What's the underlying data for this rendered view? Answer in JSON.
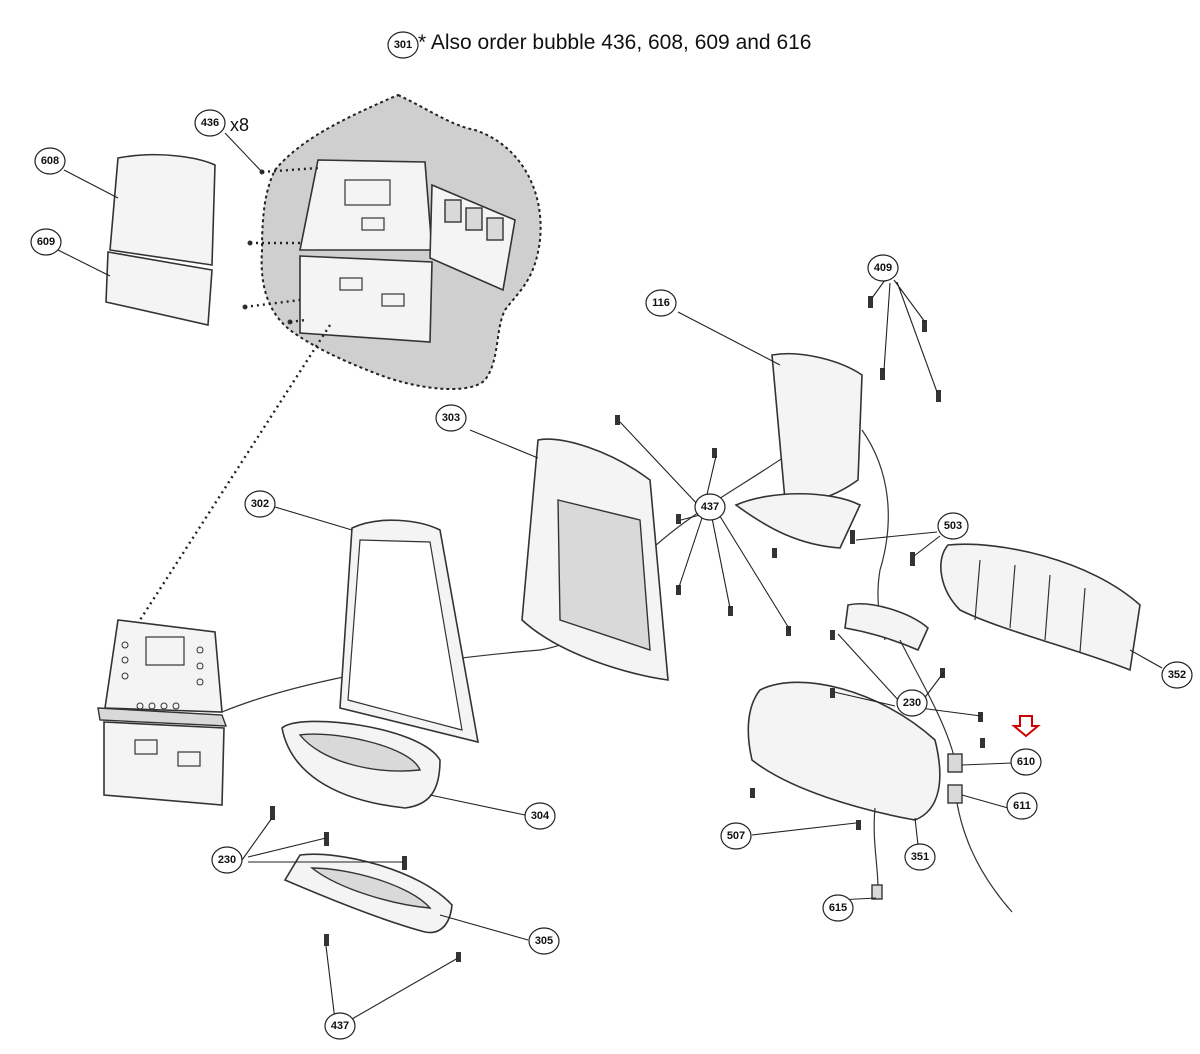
{
  "note": {
    "bubble": "301",
    "text": "* Also order bubble 436, 608, 609 and 616"
  },
  "quantity_label": "x8",
  "callouts": [
    {
      "id": "c436",
      "label": "436"
    },
    {
      "id": "c608",
      "label": "608"
    },
    {
      "id": "c609",
      "label": "609"
    },
    {
      "id": "c116",
      "label": "116"
    },
    {
      "id": "c409",
      "label": "409"
    },
    {
      "id": "c303",
      "label": "303"
    },
    {
      "id": "c437a",
      "label": "437"
    },
    {
      "id": "c302",
      "label": "302"
    },
    {
      "id": "c503",
      "label": "503"
    },
    {
      "id": "c352",
      "label": "352"
    },
    {
      "id": "c230a",
      "label": "230"
    },
    {
      "id": "c610",
      "label": "610"
    },
    {
      "id": "c611",
      "label": "611"
    },
    {
      "id": "c304",
      "label": "304"
    },
    {
      "id": "c507",
      "label": "507"
    },
    {
      "id": "c351",
      "label": "351"
    },
    {
      "id": "c230b",
      "label": "230"
    },
    {
      "id": "c305",
      "label": "305"
    },
    {
      "id": "c615",
      "label": "615"
    },
    {
      "id": "c437b",
      "label": "437"
    }
  ],
  "colors": {
    "highlight_arrow": "#cc0000",
    "detail_shade": "#cfcfcf"
  }
}
